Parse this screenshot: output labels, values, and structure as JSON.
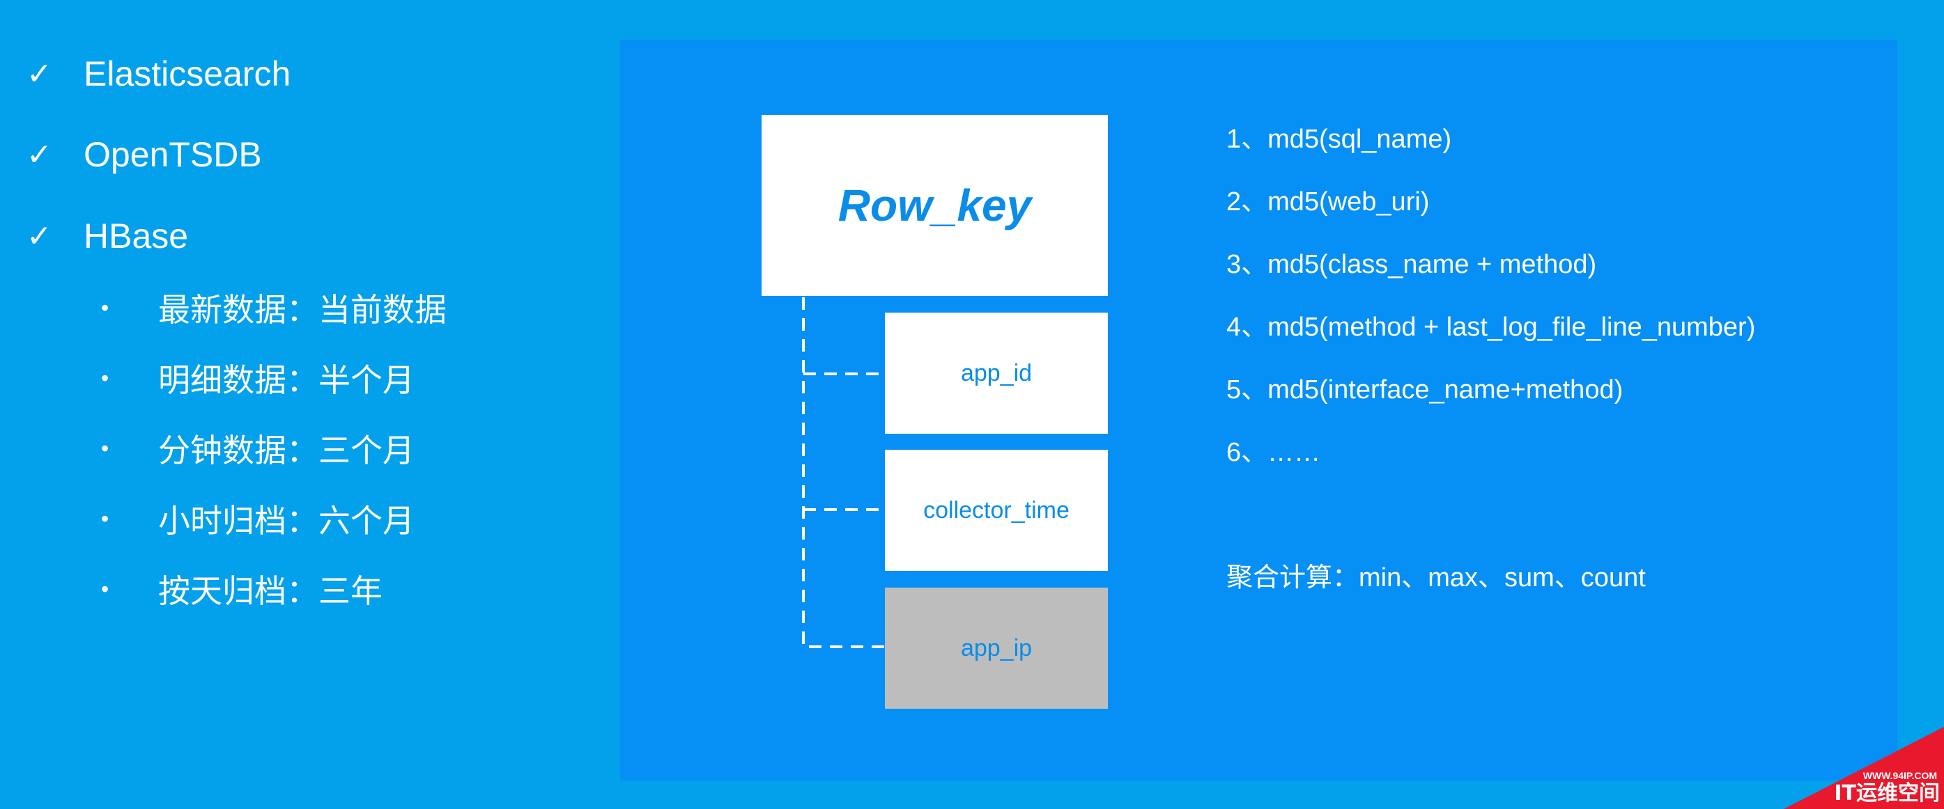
{
  "left": {
    "checks": [
      {
        "mark": "✓",
        "label": "Elasticsearch"
      },
      {
        "mark": "✓",
        "label": "OpenTSDB"
      },
      {
        "mark": "✓",
        "label": "HBase"
      }
    ],
    "bullets": [
      {
        "mark": "•",
        "label": "最新数据：当前数据"
      },
      {
        "mark": "•",
        "label": "明细数据：半个月"
      },
      {
        "mark": "•",
        "label": "分钟数据：三个月"
      },
      {
        "mark": "•",
        "label": "小时归档：六个月"
      },
      {
        "mark": "•",
        "label": "按天归档：三年"
      }
    ]
  },
  "diagram": {
    "root": "Row_key",
    "children": [
      "app_id",
      "collector_time",
      "app_ip"
    ]
  },
  "md5_list": [
    "1、md5(sql_name)",
    "2、md5(web_uri)",
    "3、md5(class_name + method)",
    "4、md5(method + last_log_file_line_number)",
    "5、md5(interface_name+method)",
    "6、……"
  ],
  "aggregation": "聚合计算：min、max、sum、count",
  "watermark": {
    "url": "WWW.94IP.COM",
    "name": "IT运维空间"
  },
  "colors": {
    "background": "#03a0ec",
    "panel": "#068ff5",
    "box_text": "#0a8ce8",
    "gray_box": "#bdbdbd",
    "watermark": "#e8192c"
  }
}
